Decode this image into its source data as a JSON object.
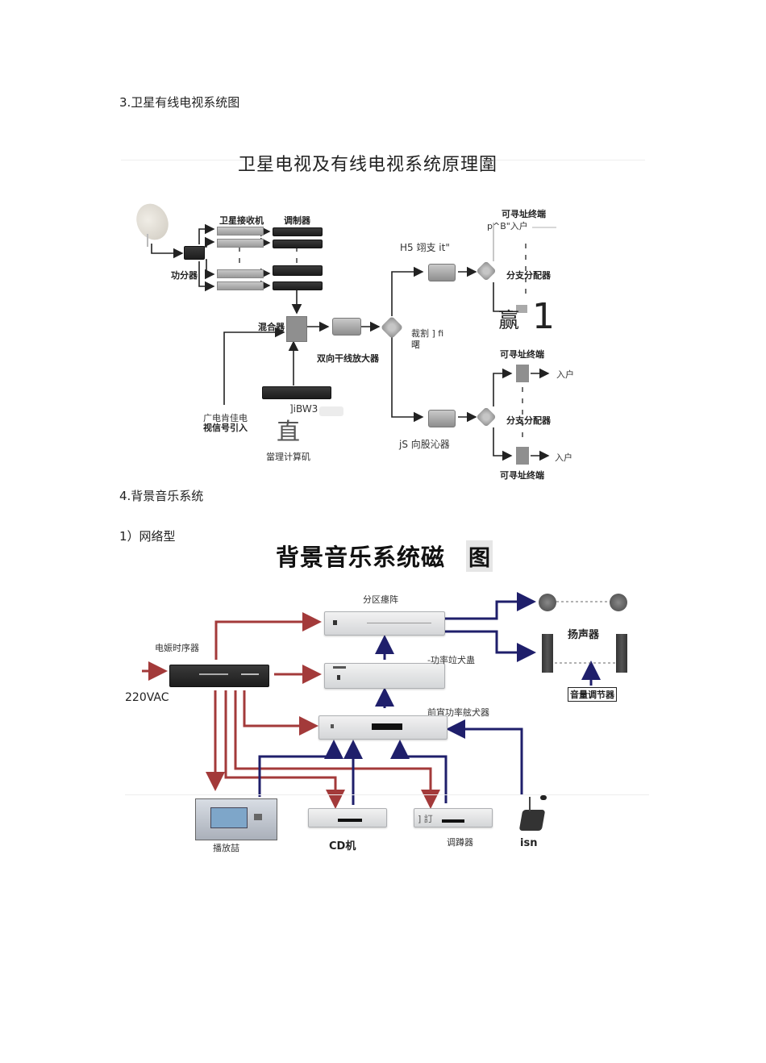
{
  "section3": {
    "heading": "3.卫星有线电视系统图",
    "diagram": {
      "title": "卫星电视及有线电视系统原理圍",
      "labels": {
        "satellite_receiver": "卫星接收机",
        "modulator": "调制器",
        "power_divider": "功分器",
        "mixer": "混合器",
        "bidirectional_trunk_amp": "双向干线放大器",
        "head_end_device": "]iBW3",
        "management_pc_glyph": "直",
        "management_pc": "當理计算矶",
        "broadcast_input": "广电肯佳电",
        "broadcast_input_line2": "视信号引入",
        "branch_amp_top": "H5 翊支 it\"",
        "splitter_label": "裁割 ] fi",
        "splitter_label_line2": "曙",
        "addressable_terminal_top": "可寻址终端",
        "to_home_top_garbled": "p^B\"入户",
        "branch_distributor_top": "分支分配器",
        "ocr_artifact_glyph": "赢",
        "ocr_artifact_digit": "1",
        "addressable_terminal_mid": "可寻址终端",
        "to_home_mid": "入户",
        "branch_distributor_bottom": "分支分配器",
        "to_home_bottom": "入户",
        "addressable_terminal_bottom": "可寻址终端",
        "branch_amp_bottom": "jS 向股沁器"
      }
    }
  },
  "section4": {
    "heading": "4.背景音乐系统",
    "subheading": "1）网络型",
    "diagram": {
      "title": "背景音乐系统磁",
      "title_suffix": "图",
      "labels": {
        "zone_matrix": "分区瘗阵",
        "power_sequencer": "电娠时序器",
        "power_input": "220VAC",
        "power_amp": "-功率竝犬蛊",
        "pre_amp": "前宵功率舷犬器",
        "speakers": "扬声器",
        "volume_controller": "音量调节器",
        "player": "播放喆",
        "cd_player": "CD机",
        "tuner": "调蹲器",
        "tuner_panel_text": "] 訂",
        "microphone": "isn"
      },
      "colors": {
        "power_line": "#a33a3a",
        "signal_line": "#1f1f6b"
      }
    }
  }
}
